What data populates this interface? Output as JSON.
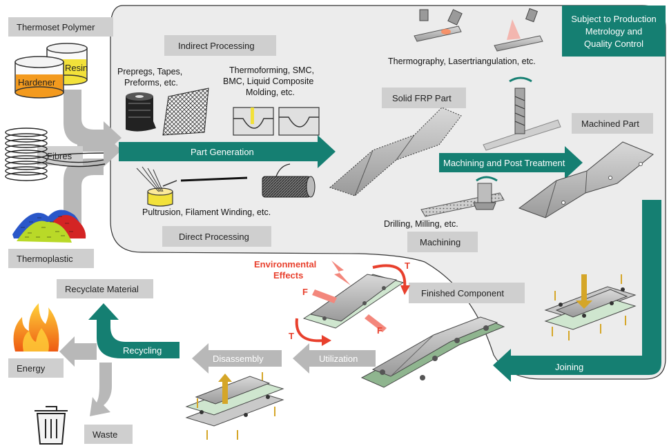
{
  "colors": {
    "teal": "#157f72",
    "gray_arrow": "#b8b8b8",
    "label_bg": "#cfcfcf",
    "process_area": "#ececec",
    "red": "#e8402d",
    "yellow": "#f2e13a",
    "orange": "#f39a1e",
    "gold": "#d5a628"
  },
  "inputs": {
    "thermoset_polymer": "Thermoset Polymer",
    "resin": "Resin",
    "hardener": "Hardener",
    "fibres": "Fibres",
    "thermoplastic": "Thermoplastic"
  },
  "processing": {
    "indirect": "Indirect Processing",
    "prepregs": [
      "Prepregs, Tapes,",
      "Preforms, etc."
    ],
    "thermoforming": [
      "Thermoforming, SMC,",
      "BMC, Liquid Composite",
      "Molding, etc."
    ],
    "part_generation": "Part Generation",
    "pultrusion": "Pultrusion, Filament Winding, etc.",
    "direct": "Direct Processing"
  },
  "quality": {
    "box": [
      "Subject to Production",
      "Metrology and",
      "Quality Control"
    ],
    "thermography": "Thermography, Lasertriangulation, etc."
  },
  "machining": {
    "solid_frp": "Solid FRP Part",
    "machined_part": "Machined Part",
    "post_treatment": "Machining and Post Treatment",
    "drilling": "Drilling, Milling, etc.",
    "machining": "Machining"
  },
  "lifecycle": {
    "environmental": [
      "Environmental",
      "Effects"
    ],
    "force": "F",
    "temperature": "T",
    "finished_component": "Finished Component",
    "joining": "Joining",
    "utilization": "Utilization",
    "disassembly": "Disassembly",
    "recycling": "Recycling",
    "recyclate": "Recyclate Material",
    "energy": "Energy",
    "waste": "Waste"
  },
  "icons": [
    "resin-container-icon",
    "hardener-container-icon",
    "fibre-spool-icon",
    "pellets-icon",
    "tape-roll-icon",
    "mesh-fabric-icon",
    "mold-icon",
    "pultrusion-bath-icon",
    "winding-mandrel-icon",
    "laser-sensor-icon",
    "drill-bit-icon",
    "bolt-icon",
    "flame-icon",
    "trash-can-icon"
  ]
}
